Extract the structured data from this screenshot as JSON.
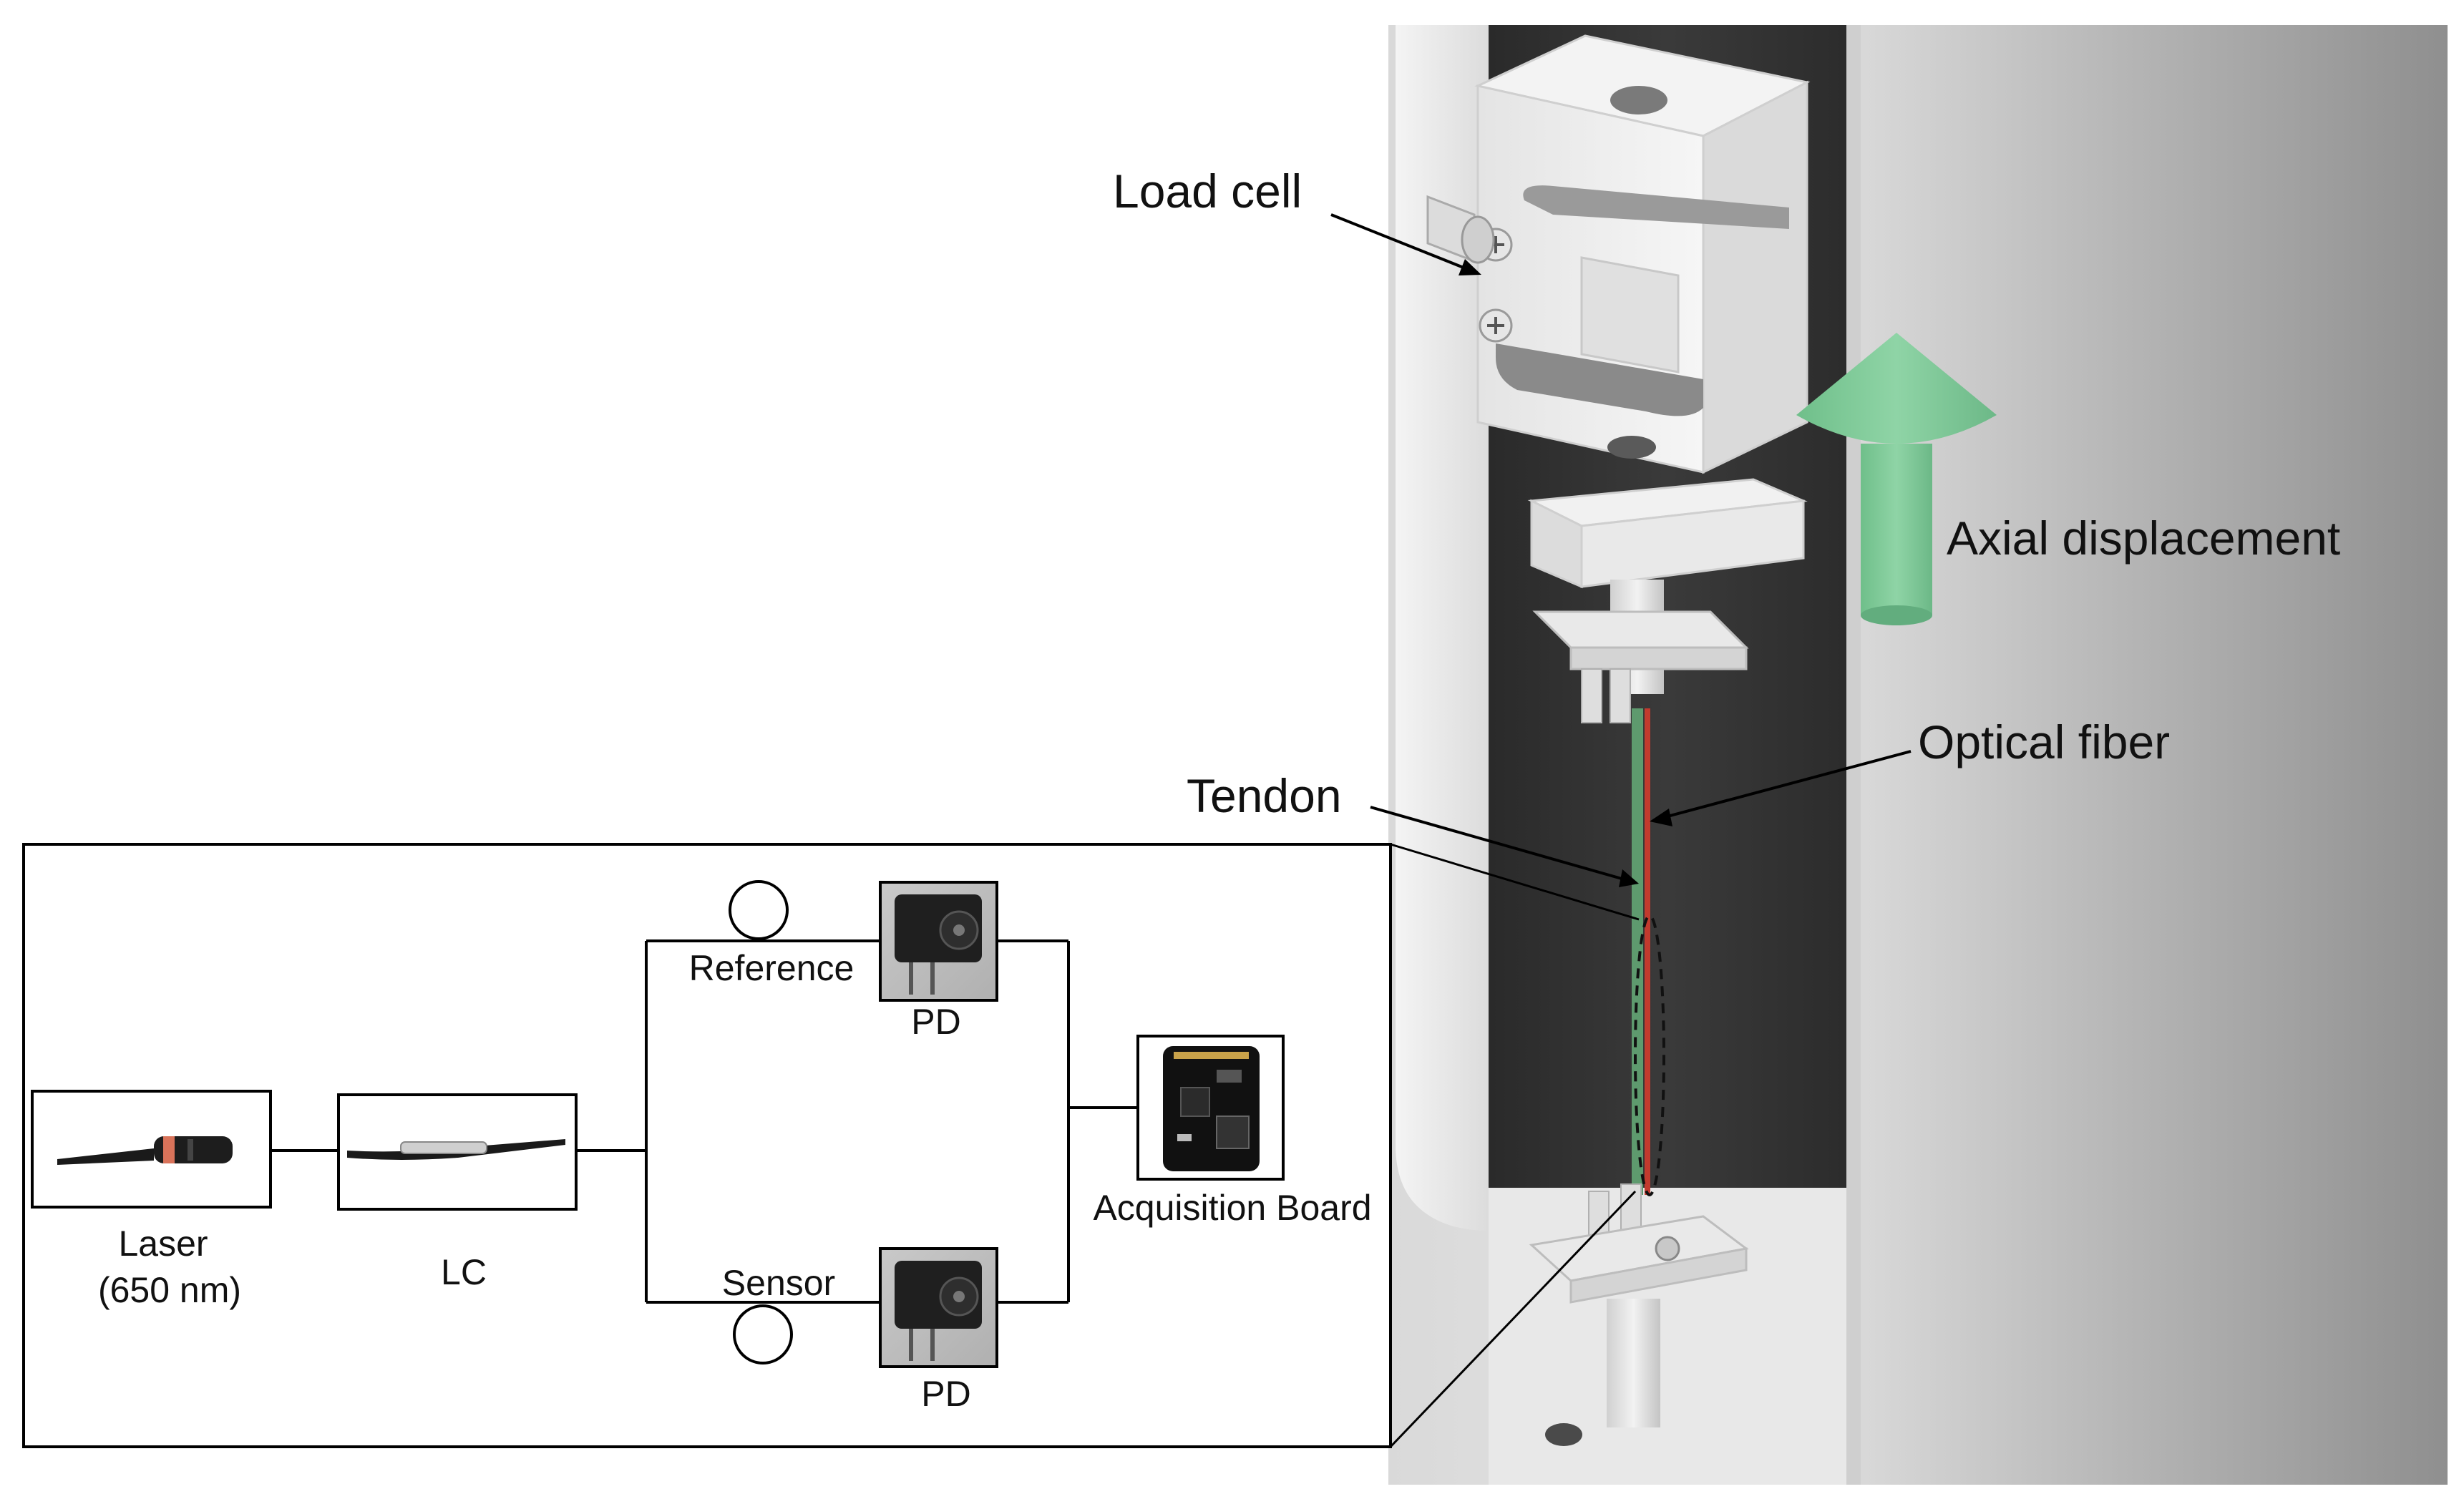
{
  "labels": {
    "load_cell": "Load cell",
    "axial_displacement": "Axial displacement",
    "optical_fiber": "Optical fiber",
    "tendon": "Tendon"
  },
  "inset": {
    "laser_line1": "Laser",
    "laser_line2": "(650 nm)",
    "lc": "LC",
    "reference": "Reference",
    "sensor": "Sensor",
    "pd_top": "PD",
    "pd_bottom": "PD",
    "acquisition_board": "Acquisition Board"
  },
  "colors": {
    "arrow_green": "#7ecb98",
    "tendon_green": "#5e9a6e",
    "fiber_red": "#c23a2e",
    "rig_white": "#ededed",
    "slot_dark": "#2f2f2f"
  }
}
